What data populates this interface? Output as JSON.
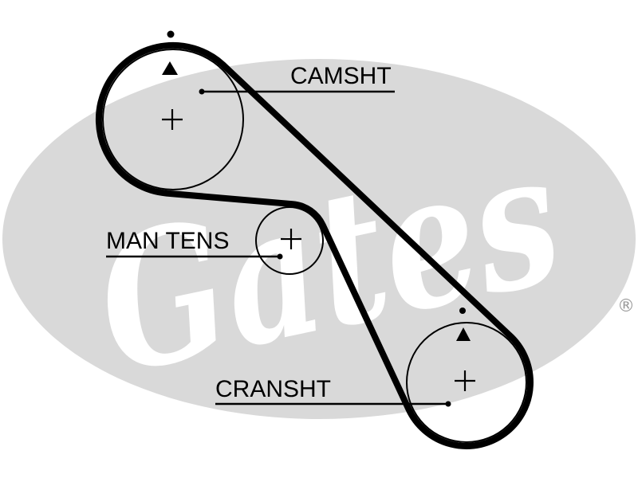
{
  "logo": {
    "wordmark": "Gates",
    "registered": "®"
  },
  "labels": {
    "camshaft": "CAMSHT",
    "tensioner": "MAN TENS",
    "crankshaft": "CRANSHT"
  },
  "colors": {
    "background": "#ffffff",
    "logo_background": "#d9d9d9",
    "logo_text": "#ffffff",
    "registered_mark": "#9a9a9a",
    "belt": "#000000",
    "lines": "#000000"
  }
}
